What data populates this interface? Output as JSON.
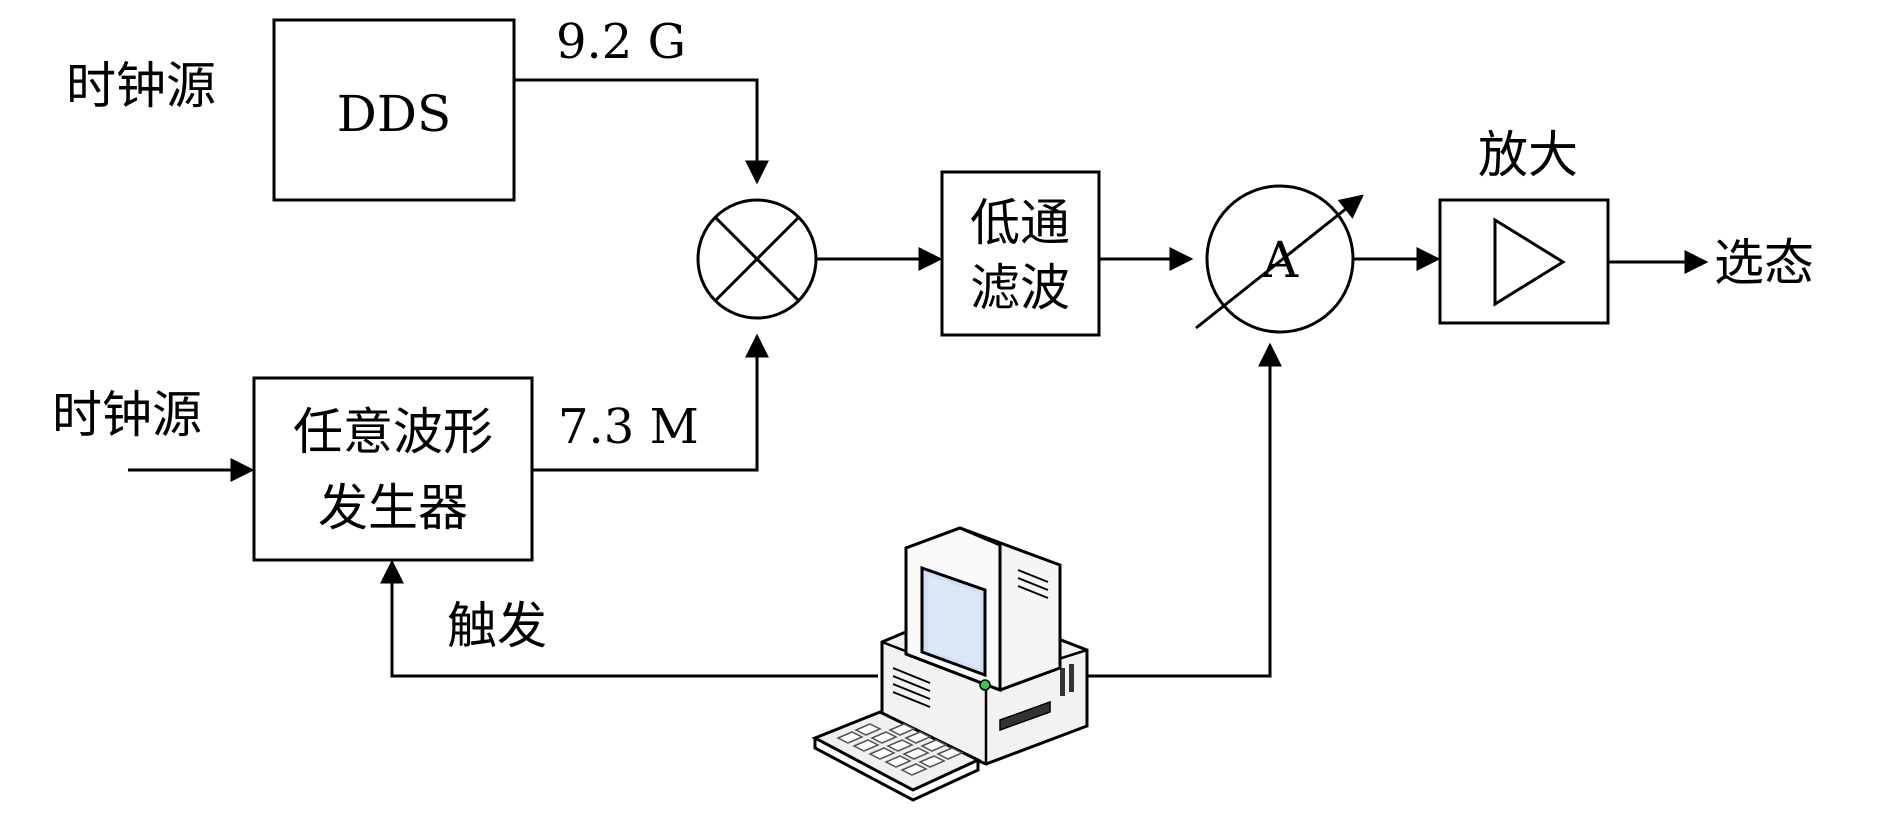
{
  "labels": {
    "clock_source_top": "时钟源",
    "clock_source_bottom": "时钟源",
    "dds": "DDS",
    "freq_top": "9.2 G",
    "freq_bottom": "7.3 M",
    "awg_line1": "任意波形",
    "awg_line2": "发生器",
    "lpf_line1": "低通",
    "lpf_line2": "滤波",
    "attenuator": "A",
    "amplify": "放大",
    "select_state": "选态",
    "trigger": "触发"
  },
  "icons": {
    "mixer": "mixer-circle-x-icon",
    "amplifier": "amplifier-triangle-icon",
    "computer": "desktop-computer-icon"
  }
}
